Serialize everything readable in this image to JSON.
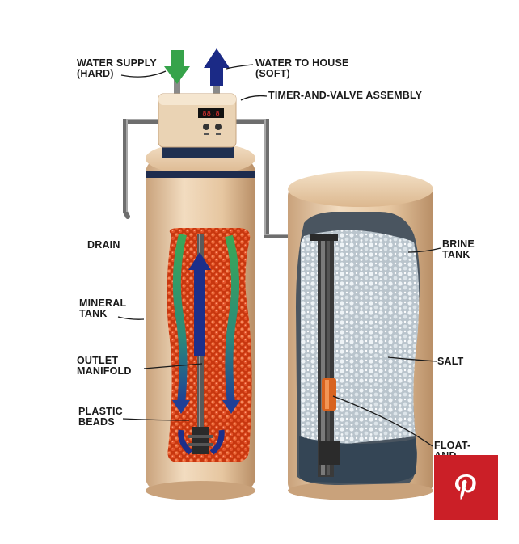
{
  "labels": {
    "water_supply": [
      "WATER SUPPLY",
      "(HARD)"
    ],
    "water_to_house": [
      "WATER TO HOUSE",
      "(SOFT)"
    ],
    "timer_valve": [
      "TIMER-AND-VALVE ASSEMBLY"
    ],
    "drain": [
      "DRAIN"
    ],
    "mineral_tank": [
      "MINERAL",
      "TANK"
    ],
    "outlet_manifold": [
      "OUTLET",
      "MANIFOLD"
    ],
    "plastic_beads": [
      "PLASTIC",
      "BEADS"
    ],
    "brine_tank": [
      "BRINE",
      "TANK"
    ],
    "salt": [
      "SALT"
    ],
    "float": [
      "FLOAT-",
      "AND"
    ]
  },
  "icons": {
    "share": "pinterest-icon"
  },
  "colors": {
    "tank_body": "#e8c9a2",
    "beads": "#d9441a",
    "flow_in": "#2f9a4a",
    "flow_out": "#1d2f8a",
    "pinterest": "#cb1f27"
  }
}
